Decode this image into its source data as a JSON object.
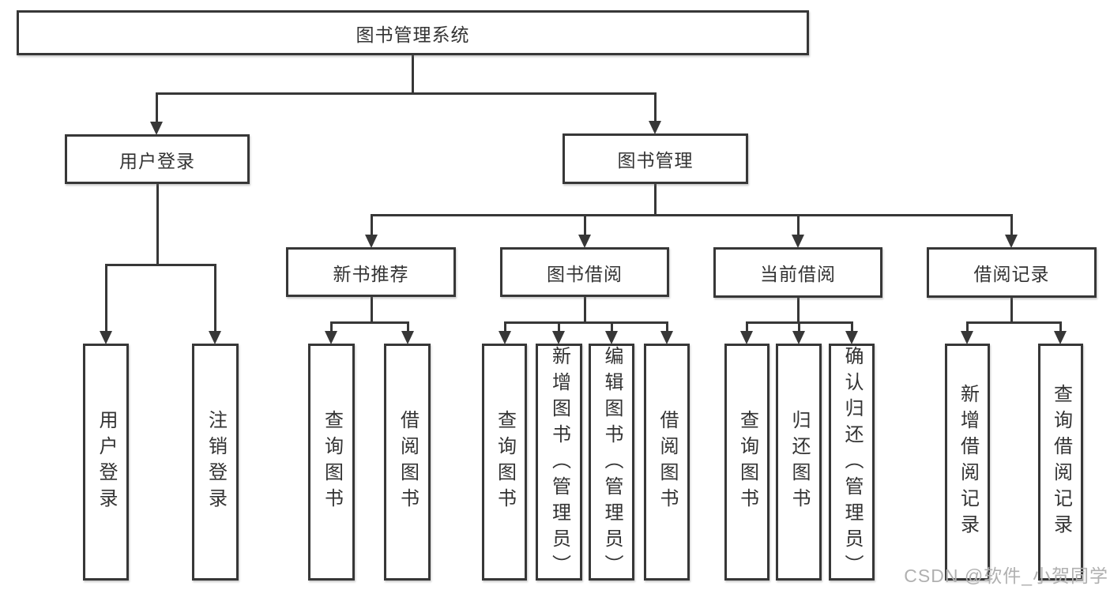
{
  "diagram": {
    "title": "图书管理系统",
    "watermark": "CSDN @软件_小贺同学",
    "colors": {
      "line": "#373737",
      "text": "#333333",
      "background": "#ffffff",
      "watermark": "#b0b0b0"
    }
  },
  "nodes": [
    {
      "id": "root",
      "label": "图书管理系统",
      "level": 1,
      "parent": null
    },
    {
      "id": "user-login",
      "label": "用户登录",
      "level": 2,
      "parent": "root"
    },
    {
      "id": "book-management",
      "label": "图书管理",
      "level": 2,
      "parent": "root"
    },
    {
      "id": "new-book-recommend",
      "label": "新书推荐",
      "level": 3,
      "parent": "book-management"
    },
    {
      "id": "book-borrowing",
      "label": "图书借阅",
      "level": 3,
      "parent": "book-management"
    },
    {
      "id": "current-borrowing",
      "label": "当前借阅",
      "level": 3,
      "parent": "book-management"
    },
    {
      "id": "borrowing-records",
      "label": "借阅记录",
      "level": 3,
      "parent": "book-management"
    },
    {
      "id": "leaf-user-login",
      "label": "用户登录",
      "level": 4,
      "parent": "user-login"
    },
    {
      "id": "leaf-logout",
      "label": "注销登录",
      "level": 4,
      "parent": "user-login"
    },
    {
      "id": "leaf-query-books-recommend",
      "label": "查询图书",
      "level": 4,
      "parent": "new-book-recommend"
    },
    {
      "id": "leaf-borrow-books-recommend",
      "label": "借阅图书",
      "level": 4,
      "parent": "new-book-recommend"
    },
    {
      "id": "leaf-query-books-borrowing",
      "label": "查询图书",
      "level": 4,
      "parent": "book-borrowing"
    },
    {
      "id": "leaf-add-books-admin",
      "label": "新增图书（管理员）",
      "level": 4,
      "parent": "book-borrowing"
    },
    {
      "id": "leaf-edit-books-admin",
      "label": "编辑图书（管理员）",
      "level": 4,
      "parent": "book-borrowing"
    },
    {
      "id": "leaf-borrow-books-borrowing",
      "label": "借阅图书",
      "level": 4,
      "parent": "book-borrowing"
    },
    {
      "id": "leaf-query-books-current",
      "label": "查询图书",
      "level": 4,
      "parent": "current-borrowing"
    },
    {
      "id": "leaf-return-books",
      "label": "归还图书",
      "level": 4,
      "parent": "current-borrowing"
    },
    {
      "id": "leaf-confirm-return-admin",
      "label": "确认归还（管理员）",
      "level": 4,
      "parent": "current-borrowing"
    },
    {
      "id": "leaf-add-borrow-record",
      "label": "新增借阅记录",
      "level": 4,
      "parent": "borrowing-records"
    },
    {
      "id": "leaf-query-borrow-record",
      "label": "查询借阅记录",
      "level": 4,
      "parent": "borrowing-records"
    }
  ]
}
